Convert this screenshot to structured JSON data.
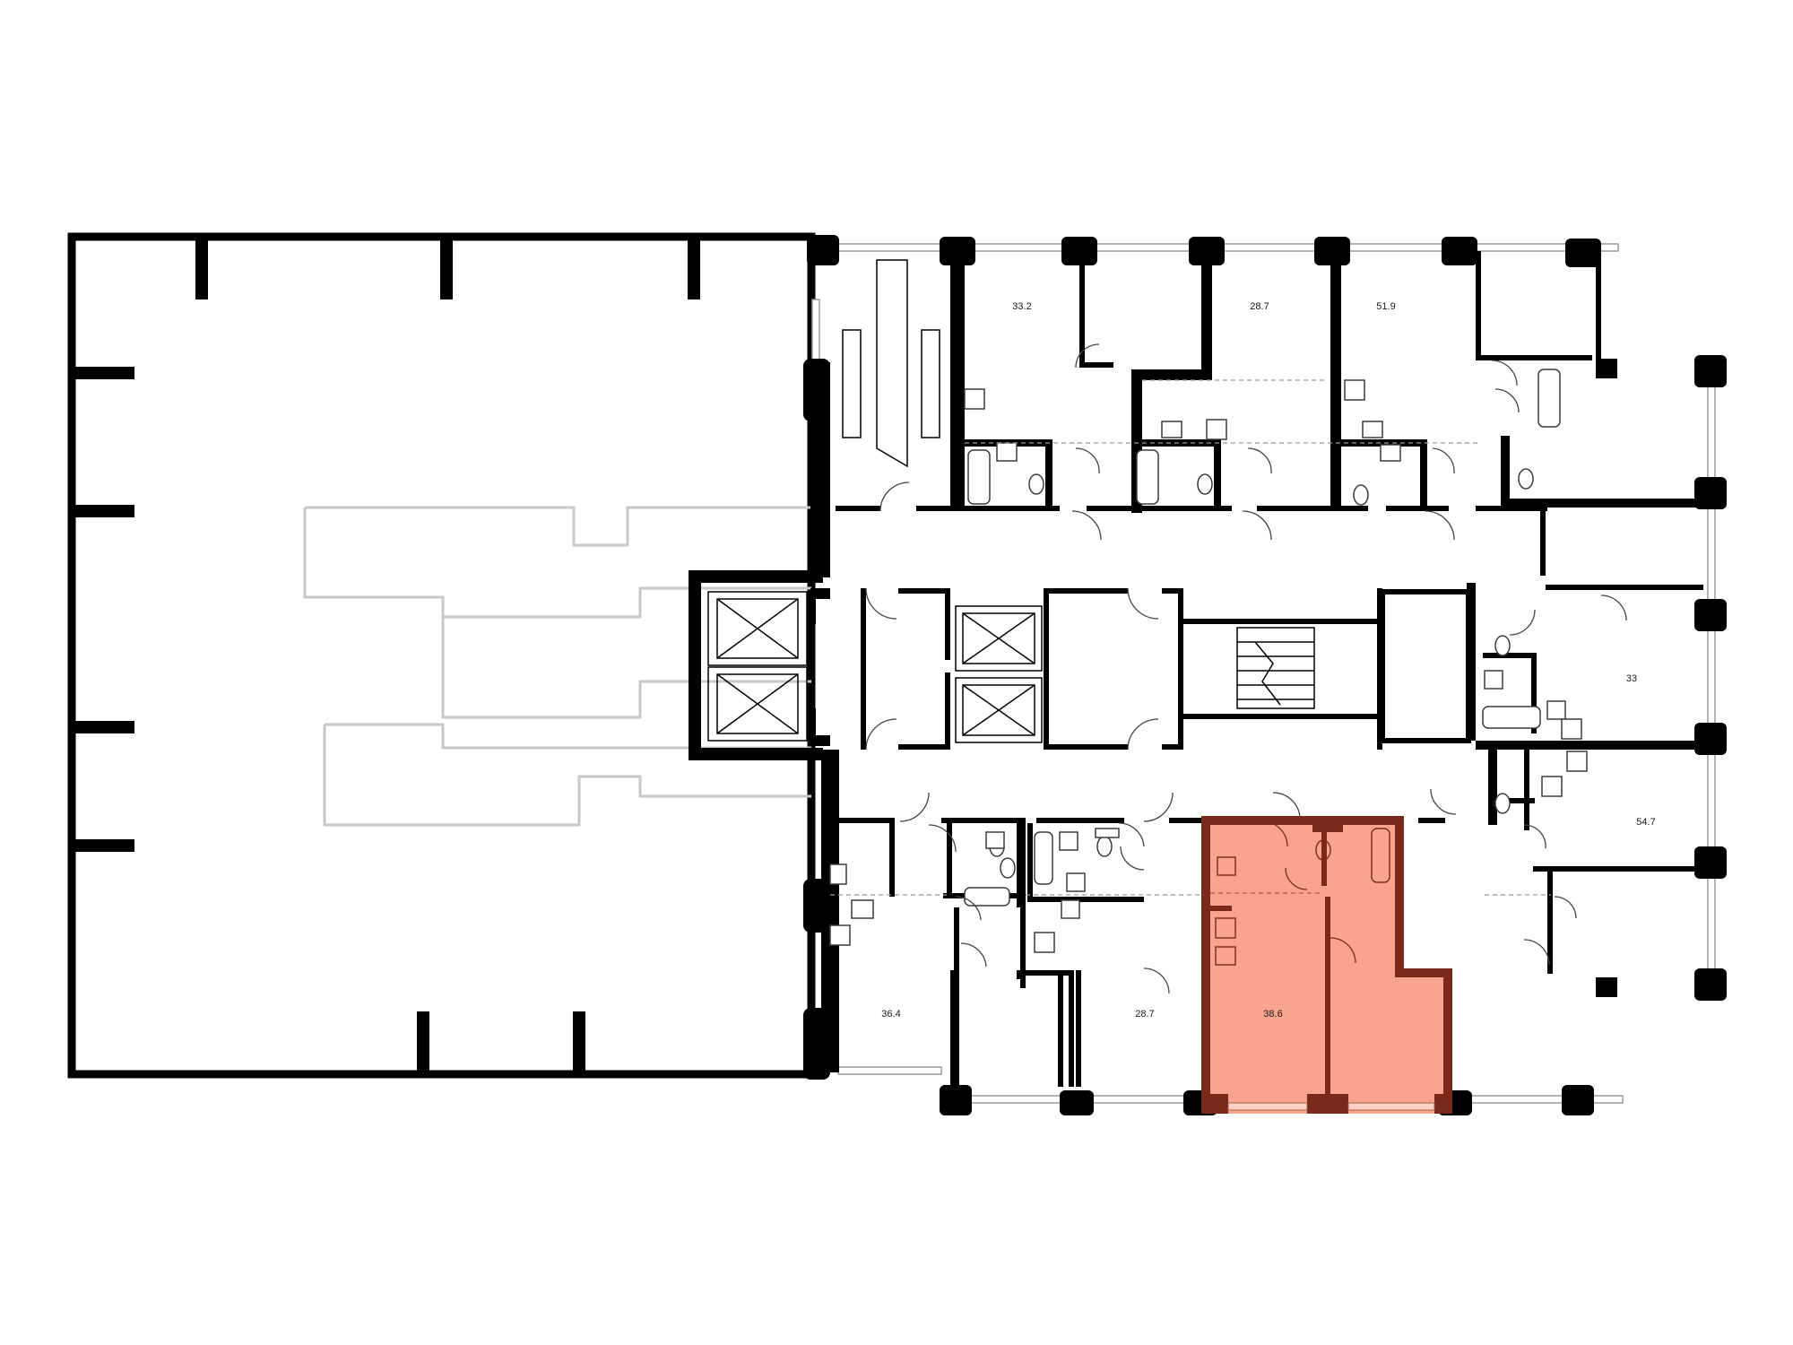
{
  "floor_plan": {
    "units": [
      {
        "id": "u1",
        "area": "33.2",
        "highlighted": false
      },
      {
        "id": "u2",
        "area": "28.7",
        "highlighted": false
      },
      {
        "id": "u3",
        "area": "51.9",
        "highlighted": false
      },
      {
        "id": "u4",
        "area": "33",
        "highlighted": false
      },
      {
        "id": "u5",
        "area": "54.7",
        "highlighted": false
      },
      {
        "id": "u6",
        "area": "36.4",
        "highlighted": false
      },
      {
        "id": "u7",
        "area": "28.7",
        "highlighted": false
      },
      {
        "id": "u8",
        "area": "38.6",
        "highlighted": true
      }
    ],
    "colors": {
      "highlight_fill": "#f8a48f",
      "highlight_wall": "#7a2a1a",
      "wall": "#000000",
      "background": "#ffffff"
    }
  }
}
